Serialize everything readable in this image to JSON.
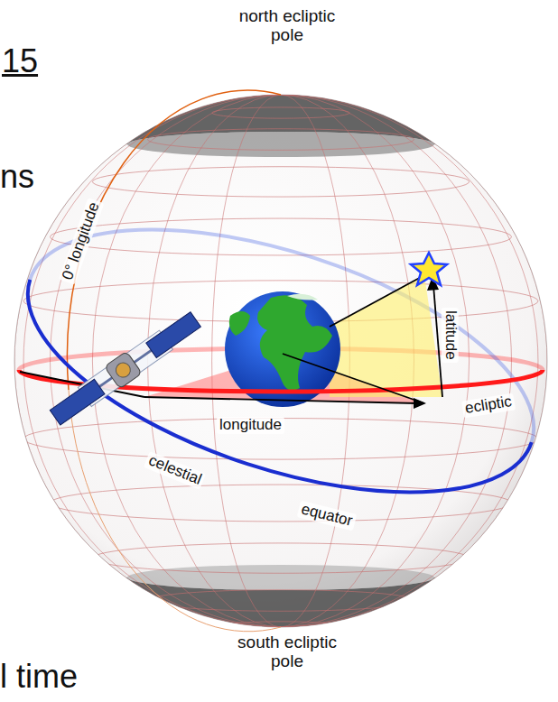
{
  "diagram": {
    "labels": [
      "15",
      "ns",
      "north ecliptic pole",
      "0° longitude",
      "latitude",
      "ecliptic",
      "longitude",
      "celestial",
      "equator",
      "l time",
      "south ecliptic pole"
    ]
  }
}
